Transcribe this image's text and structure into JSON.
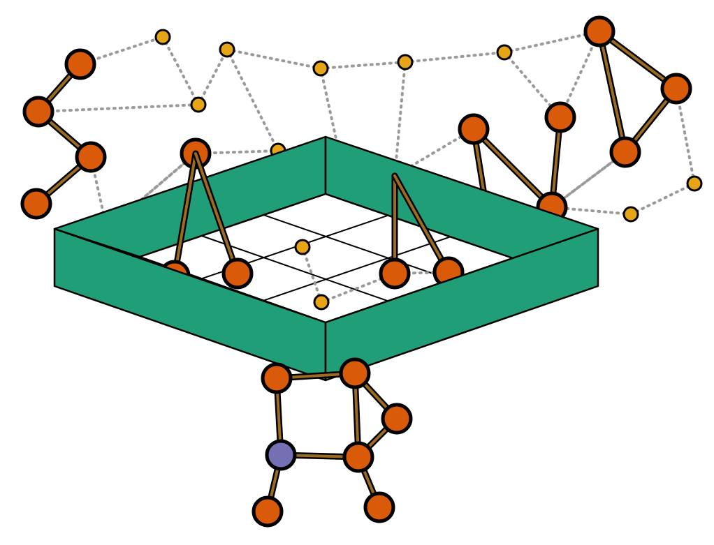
{
  "colors": {
    "background": "#ffffff",
    "tray": "#1f9e78",
    "tray_floor": "#ffffff",
    "atom": "#d95b0a",
    "special_atom": "#7470b3",
    "bead": "#e6a517",
    "bond_fill": "#9c6b22",
    "outline": "#000000",
    "link": "#9a9a9a"
  },
  "legend_text": [],
  "diagram": {
    "kind": "molecular-network-in-tray",
    "bond_count": 15,
    "link_count": 33,
    "atom_count": 25,
    "bead_count": 17
  }
}
